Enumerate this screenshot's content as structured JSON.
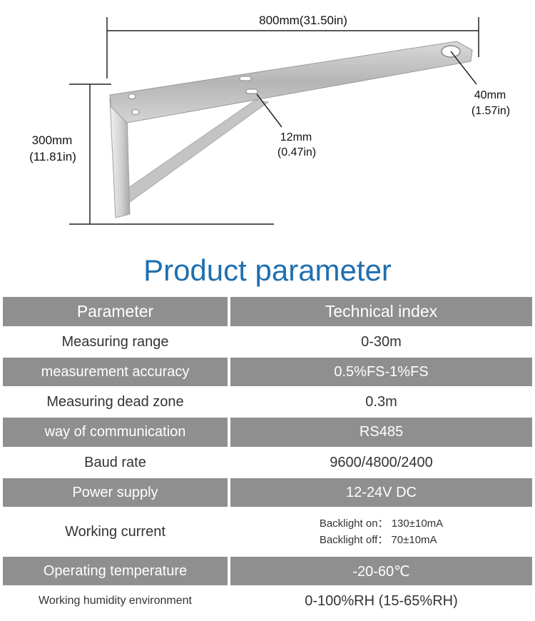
{
  "dimensions": {
    "length": "800mm(31.50in)",
    "height_mm": "300mm",
    "height_in": "(11.81in)",
    "hole_mm": "12mm",
    "hole_in": "(0.47in)",
    "ring_mm": "40mm",
    "ring_in": "(1.57in)"
  },
  "title": "Product parameter",
  "table": {
    "header": [
      "Parameter",
      "Technical index"
    ],
    "rows": [
      {
        "param": "Measuring range",
        "value": "0-30m"
      },
      {
        "param": "measurement accuracy",
        "value": "0.5%FS-1%FS"
      },
      {
        "param": "Measuring dead zone",
        "value": "0.3m"
      },
      {
        "param": "way of communication",
        "value": "RS485"
      },
      {
        "param": "Baud rate",
        "value": "9600/4800/2400"
      },
      {
        "param": "Power supply",
        "value": "12-24V DC"
      },
      {
        "param": "Working current",
        "value_line1": "Backlight on：  130±10mA",
        "value_line2": "Backlight off：  70±10mA"
      },
      {
        "param": "Operating temperature",
        "value": "-20-60℃"
      },
      {
        "param": "Working humidity environment",
        "value": "0-100%RH (15-65%RH)"
      }
    ]
  }
}
